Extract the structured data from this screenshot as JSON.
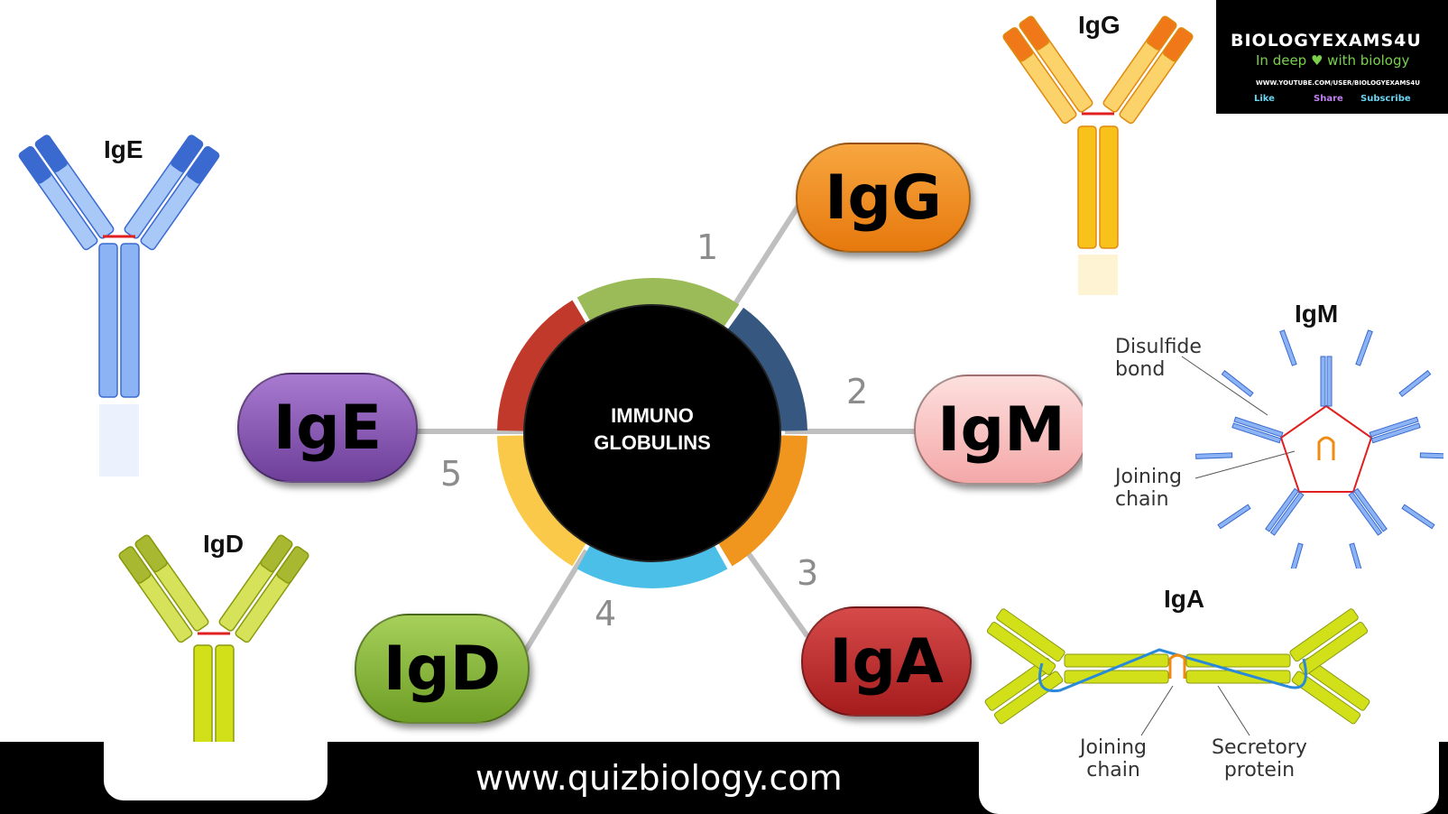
{
  "center": {
    "line1": "IMMUNO",
    "line2": "GLOBULINS"
  },
  "nodes": [
    {
      "key": "igg",
      "label": "IgG",
      "number": "1",
      "color": "#f0861a"
    },
    {
      "key": "igm",
      "label": "IgM",
      "number": "2",
      "color": "#f7c0c0"
    },
    {
      "key": "iga",
      "label": "IgA",
      "number": "3",
      "color": "#c0282a"
    },
    {
      "key": "igd",
      "label": "IgD",
      "number": "4",
      "color": "#86b83a"
    },
    {
      "key": "ige",
      "label": "IgE",
      "number": "5",
      "color": "#8a5ab0"
    }
  ],
  "ring_colors": [
    "#9bbb59",
    "#365880",
    "#f0961e",
    "#4cbfe8",
    "#fac94a",
    "#c0392b"
  ],
  "illustrations": {
    "ige": {
      "title": "IgE",
      "color": "#6a9ef0"
    },
    "igg": {
      "title": "IgG",
      "color": "#f8c21a"
    },
    "igm": {
      "title": "IgM",
      "label_disulfide": "Disulfide\nbond",
      "label_joining": "Joining\nchain",
      "color": "#6a9ef0"
    },
    "igd": {
      "title": "IgD",
      "color": "#d2e01a"
    },
    "iga": {
      "title": "IgA",
      "label_joining": "Joining\nchain",
      "label_secretory": "Secretory\nprotein",
      "color": "#d2e01a"
    }
  },
  "logo": {
    "title": "BIOLOGYEXAMS4U",
    "subtitle": "In deep ♥ with biology",
    "url": "WWW.YOUTUBE.COM/USER/BIOLOGYEXAMS4U",
    "actions": [
      "Like",
      "Share",
      "Subscribe"
    ]
  },
  "footer": {
    "url": "www.quizbiology.com"
  }
}
